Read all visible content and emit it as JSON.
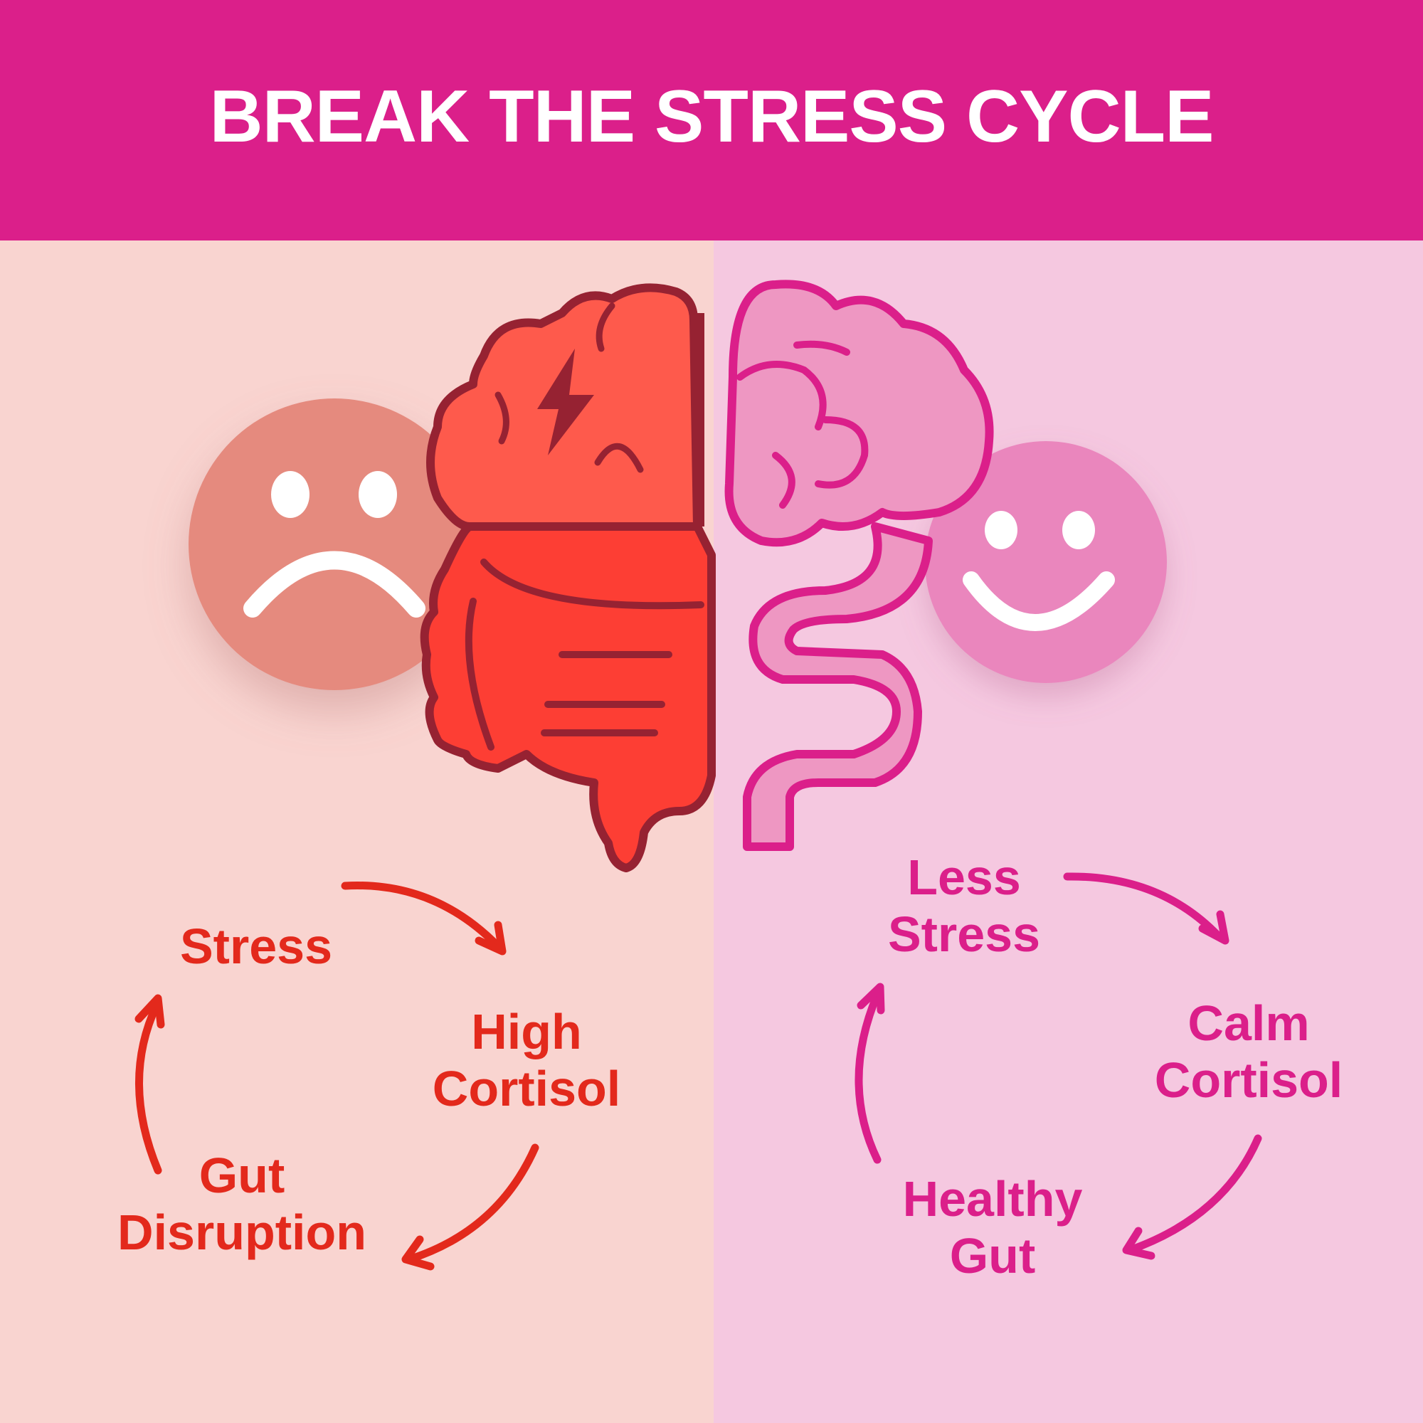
{
  "header": {
    "title": "BREAK THE STRESS CYCLE"
  },
  "colors": {
    "header_bg": "#DB1F8A",
    "left_bg": "#F9D4D0",
    "right_bg": "#F5C8E0",
    "stress_red": "#E3291C",
    "calm_pink": "#DB1F8A"
  },
  "left_cycle": {
    "theme": "stressed",
    "icons": [
      "sad-face-icon",
      "stressed-brain-gut-icon",
      "lightning-bolt-icon"
    ],
    "steps": [
      {
        "line1": "Stress",
        "line2": ""
      },
      {
        "line1": "High",
        "line2": "Cortisol"
      },
      {
        "line1": "Gut",
        "line2": "Disruption"
      }
    ]
  },
  "right_cycle": {
    "theme": "calm",
    "icons": [
      "happy-face-icon",
      "calm-brain-gut-icon"
    ],
    "steps": [
      {
        "line1": "Less",
        "line2": "Stress"
      },
      {
        "line1": "Calm",
        "line2": "Cortisol"
      },
      {
        "line1": "Healthy",
        "line2": "Gut"
      }
    ]
  }
}
